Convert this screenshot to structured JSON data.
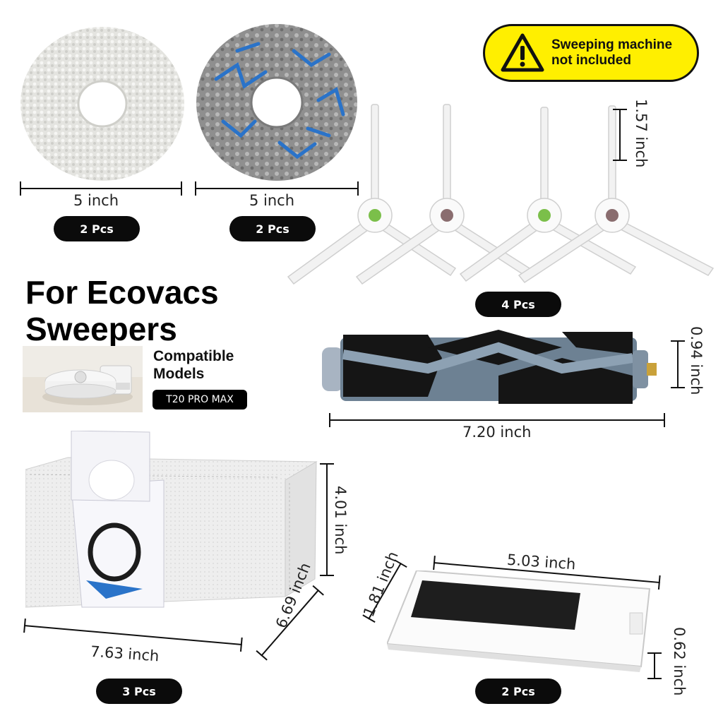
{
  "notice": {
    "line1": "Sweeping machine",
    "line2": "not included",
    "icon": "warning-icon"
  },
  "mop_white": {
    "dimension": "5 inch",
    "qty": "2 Pcs"
  },
  "mop_blue": {
    "dimension": "5 inch",
    "qty": "2 Pcs"
  },
  "side_brush": {
    "dimension": "1.57 inch",
    "qty": "4 Pcs"
  },
  "headline": {
    "line1": "For Ecovacs",
    "line2": "Sweepers"
  },
  "compatible": {
    "line1": "Compatible",
    "line2": "Models",
    "model": "T20 PRO MAX"
  },
  "roller_brush": {
    "height": "0.94 inch",
    "length": "7.20 inch"
  },
  "dust_bag": {
    "height": "4.01 inch",
    "width": "7.63 inch",
    "depth": "6.69 inch",
    "qty": "3 Pcs"
  },
  "filter": {
    "length": "5.03 inch",
    "width": "1.81 inch",
    "height": "0.62 inch",
    "qty": "2 Pcs"
  },
  "colors": {
    "warning_yellow": "#ffef00",
    "pill_black": "#0b0b0b",
    "accent_blue": "#2a73c9"
  }
}
